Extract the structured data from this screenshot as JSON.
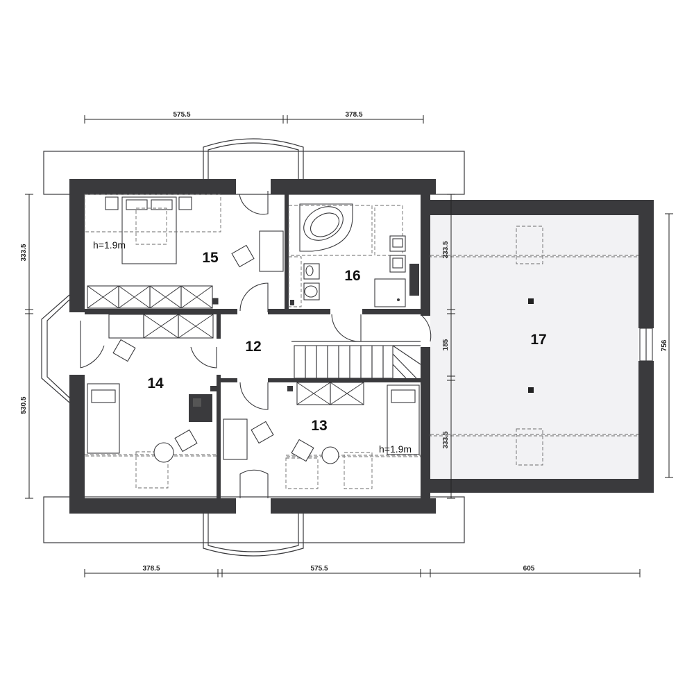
{
  "rooms": [
    {
      "id": "12",
      "label": "12"
    },
    {
      "id": "13",
      "label": "13"
    },
    {
      "id": "14",
      "label": "14"
    },
    {
      "id": "15",
      "label": "15"
    },
    {
      "id": "16",
      "label": "16"
    },
    {
      "id": "17",
      "label": "17"
    }
  ],
  "height_notes": {
    "room15": "h=1.9m",
    "room13": "h=1.9m"
  },
  "dimensions": {
    "top": [
      "575.5",
      "378.5"
    ],
    "bottom": [
      "378.5",
      "575.5",
      "605"
    ],
    "left": [
      "333.5",
      "530.5"
    ],
    "inner_right": [
      "333.5",
      "185",
      "333.5"
    ],
    "right": [
      "756"
    ]
  },
  "colors": {
    "wall": "#3a3a3d",
    "garage_floor": "#f2f2f4"
  }
}
